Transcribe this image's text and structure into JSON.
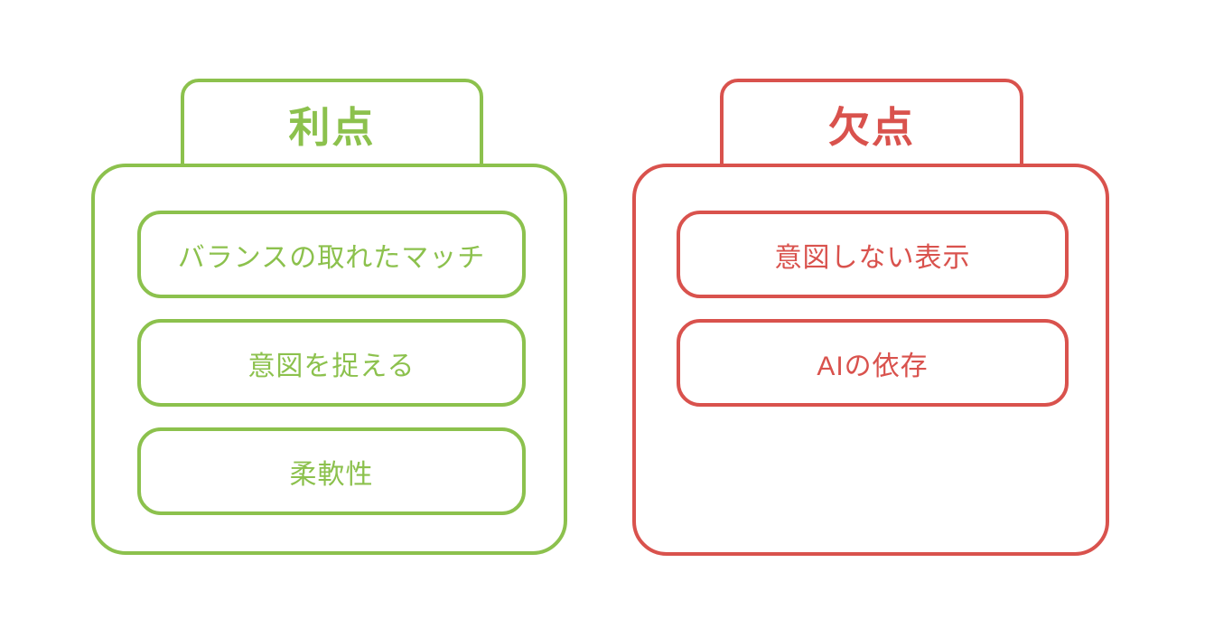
{
  "colors": {
    "green": "#8CC14D",
    "red": "#D9524D",
    "background": "#FFFFFF"
  },
  "panels": [
    {
      "id": "advantages",
      "title": "利点",
      "items": [
        "バランスの取れたマッチ",
        "意図を捉える",
        "柔軟性"
      ]
    },
    {
      "id": "disadvantages",
      "title": "欠点",
      "items": [
        "意図しない表示",
        "AIの依存"
      ]
    }
  ]
}
